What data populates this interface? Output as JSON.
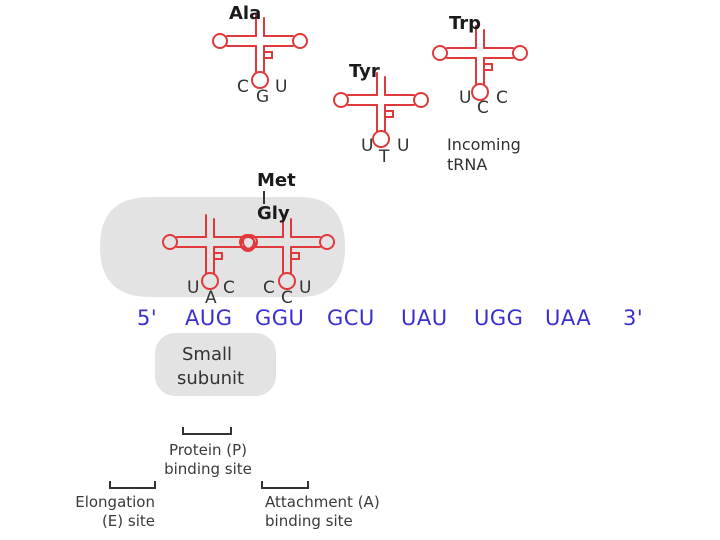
{
  "colors": {
    "trna": "#e0393c",
    "mrna": "#3a2fd0",
    "subunit": "#e3e3e3",
    "text": "#333333"
  },
  "trnas": {
    "ala": {
      "amino_acid": "Ala",
      "anticodon": [
        "C",
        "G",
        "U"
      ]
    },
    "trp": {
      "amino_acid": "Trp",
      "anticodon": [
        "U",
        "C",
        "C"
      ]
    },
    "tyr": {
      "amino_acid": "Tyr",
      "anticodon": [
        "U",
        "T",
        "U"
      ]
    },
    "left_bound": {
      "anticodon": [
        "U",
        "A",
        "C"
      ]
    },
    "right_bound": {
      "anticodon": [
        "C",
        "C",
        "U"
      ]
    }
  },
  "chain": {
    "first": "Met",
    "second": "Gly"
  },
  "incoming_label": [
    "Incoming",
    "tRNA"
  ],
  "mrna": {
    "five_prime": "5'",
    "codons": [
      "AUG",
      "GGU",
      "GCU",
      "UAU",
      "UGG",
      "UAA"
    ],
    "three_prime": "3'"
  },
  "small_subunit_label": [
    "Small",
    "subunit"
  ],
  "sites": {
    "p": [
      "Protein (P)",
      "binding site"
    ],
    "e": [
      "Elongation",
      "(E) site"
    ],
    "a": [
      "Attachment (A)",
      "binding site"
    ]
  }
}
